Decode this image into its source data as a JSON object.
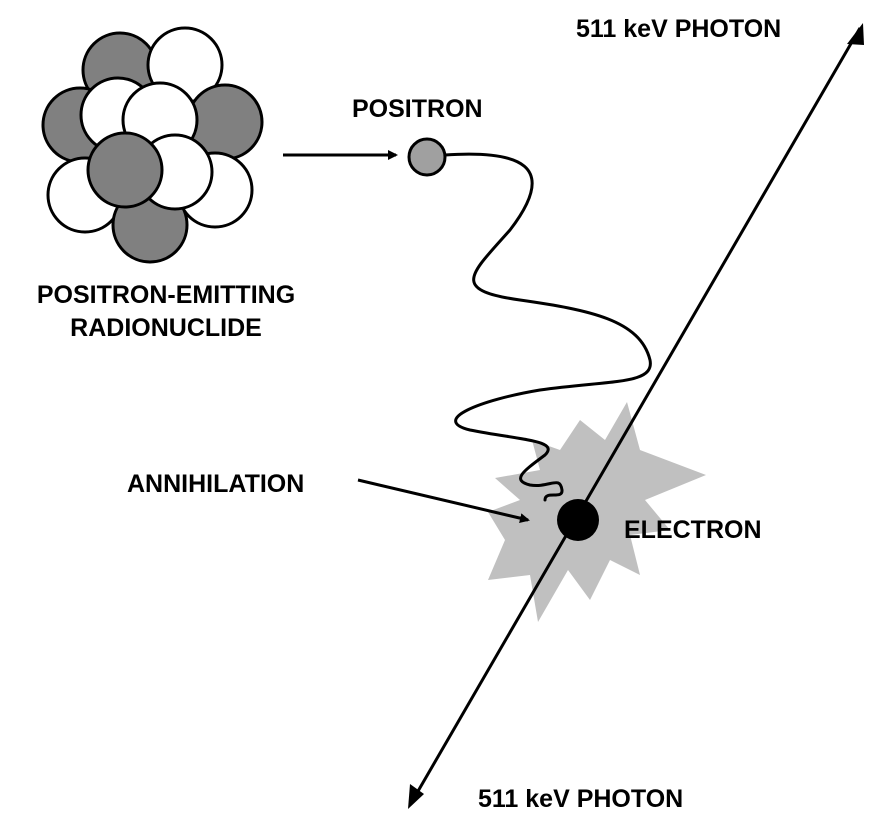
{
  "labels": {
    "photon_top": "511 keV PHOTON",
    "photon_bottom": "511 keV PHOTON",
    "positron": "POSITRON",
    "radionuclide_line1": "POSITRON-EMITTING",
    "radionuclide_line2": "RADIONUCLIDE",
    "annihilation": "ANNIHILATION",
    "electron": "ELECTRON"
  },
  "colors": {
    "dark_nucleon": "#808080",
    "light_nucleon": "#ffffff",
    "positron": "#a0a0a0",
    "electron": "#000000",
    "annihilation_burst": "#c0c0c0",
    "stroke": "#000000"
  }
}
